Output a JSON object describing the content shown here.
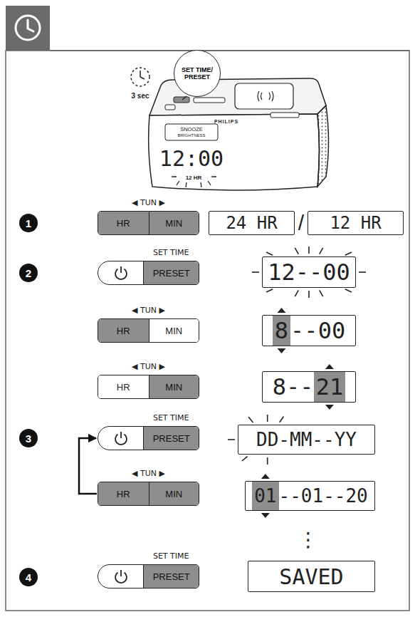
{
  "diagram": {
    "nodes": [
      {
        "text": [
          "SET TIME/ PRESET"
        ]
      },
      {
        "text": [
          "◀ TUN ▶"
        ]
      },
      {
        "text": [
          "HR"
        ],
        "in": 1
      },
      {
        "text": [
          "MIN"
        ],
        "in": 1
      },
      {
        "text": [
          "24 HR"
        ]
      },
      {
        "text": [
          "12 HR"
        ]
      },
      {
        "text": [
          "SET TIME"
        ]
      },
      {
        "text": [
          "PRESET"
        ],
        "in": 6
      },
      {
        "text": [
          "12--00"
        ]
      },
      {
        "text": [
          "◀ TUN ▶"
        ]
      },
      {
        "text": [
          "HR"
        ],
        "in": 9
      },
      {
        "text": [
          "MIN"
        ],
        "in": 9
      },
      {
        "text": [
          "8",
          "--00"
        ]
      },
      {
        "text": [
          "◀ TUN ▶"
        ]
      },
      {
        "text": [
          "HR"
        ],
        "in": 13
      },
      {
        "text": [
          "MIN"
        ],
        "in": 13
      },
      {
        "text": [
          "8--",
          "21"
        ]
      },
      {
        "text": [
          "SET TIME"
        ]
      },
      {
        "text": [
          "PRESET"
        ],
        "in": 17
      },
      {
        "text": [
          "DD",
          "-MM--YY"
        ]
      },
      {
        "text": [
          "◀ TUN ▶"
        ]
      },
      {
        "text": [
          "HR"
        ],
        "in": 20
      },
      {
        "text": [
          "MIN"
        ],
        "in": 20
      },
      {
        "text": [
          "01",
          "--01--20"
        ]
      },
      {
        "text": [
          "SET TIME"
        ]
      },
      {
        "text": [
          "PRESET"
        ],
        "in": 24
      },
      {
        "text": [
          "SAVED"
        ]
      }
    ],
    "edges": [
      {
        "from": 20,
        "to": 17,
        "arrow": "to"
      }
    ],
    "labels": [
      "3 sec",
      "PHILIPS",
      "SNOOZE",
      "BRIGHTNESS",
      "12:00",
      "12 HR",
      "1",
      "/",
      "2",
      "3",
      "⋮",
      "4"
    ]
  }
}
